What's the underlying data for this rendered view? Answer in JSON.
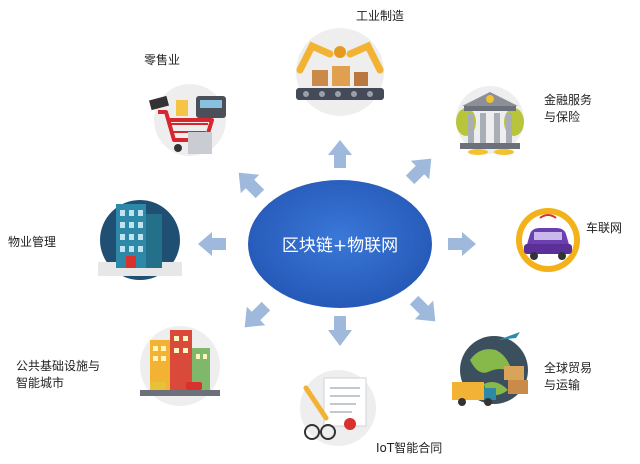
{
  "hub": {
    "label": "区块链+物联网"
  },
  "nodes": {
    "industrial": {
      "label": "工业制造"
    },
    "retail": {
      "label": "零售业"
    },
    "finance": {
      "line1": "金融服务",
      "line2": "与保险"
    },
    "property": {
      "label": "物业管理"
    },
    "iov": {
      "label": "车联网"
    },
    "infra": {
      "line1": "公共基础设施与",
      "line2": "智能城市"
    },
    "trade": {
      "line1": "全球贸易",
      "line2": "与运输"
    },
    "contract": {
      "label": "IoT智能合同"
    }
  },
  "colors": {
    "hub_fill": "#3068c8",
    "arrow": "#9fb9dd",
    "icon_circle": "#e8e8e8"
  },
  "icons": [
    "factory-robot-icon",
    "shopping-cart-icon",
    "bank-icon",
    "building-icon",
    "car-icon",
    "city-icon",
    "globe-truck-icon",
    "contract-pen-icon"
  ]
}
